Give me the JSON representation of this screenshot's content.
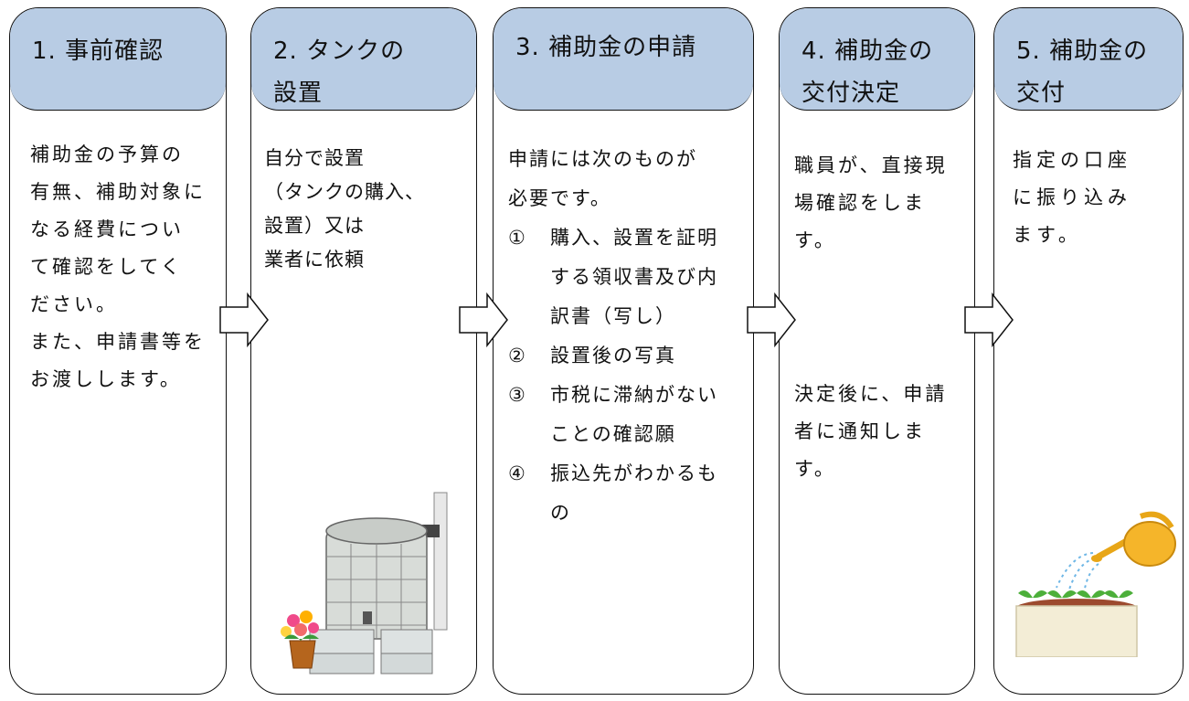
{
  "steps": [
    {
      "title_lines": [
        "1. 事前確認"
      ],
      "body_lines": [
        "補助金の予算の",
        "有無、補助対象に",
        "なる経費につい",
        "て確認をしてく",
        "ださい。",
        "また、申請書等を",
        "お渡しします。"
      ]
    },
    {
      "title_lines": [
        "2. タンクの",
        "設置"
      ],
      "body_lines": [
        "自分で設置",
        "（タンクの購入、",
        "設置）又は",
        "業者に依頼"
      ],
      "illustration": "rain-water-tank-with-flowers"
    },
    {
      "title_lines": [
        "3. 補助金の申請"
      ],
      "body_intro": [
        "申請には次のものが",
        "必要です。"
      ],
      "requirements": [
        {
          "num": "①",
          "lines": [
            "購入、設置を証明",
            "する領収書及び内",
            "訳書（写し）"
          ]
        },
        {
          "num": "②",
          "lines": [
            "設置後の写真"
          ]
        },
        {
          "num": "③",
          "lines": [
            "市税に滞納がない",
            "ことの確認願"
          ]
        },
        {
          "num": "④",
          "lines": [
            "振込先がわかるも",
            "の"
          ]
        }
      ]
    },
    {
      "title_lines": [
        "4. 補助金の",
        "交付決定"
      ],
      "body_lines": [
        "職員が、直接現",
        "場確認をしま",
        "す。"
      ],
      "body_lines_2": [
        "決定後に、申請",
        "者に通知しま",
        "す。"
      ]
    },
    {
      "title_lines": [
        "5. 補助金の",
        "交付"
      ],
      "body_lines": [
        "指定の口座",
        "に振り込み",
        "ます。"
      ],
      "illustration": "watering-can-and-sprouts"
    }
  ],
  "colors": {
    "header_fill": "#b8cce4",
    "border": "#111111",
    "background": "#ffffff"
  }
}
